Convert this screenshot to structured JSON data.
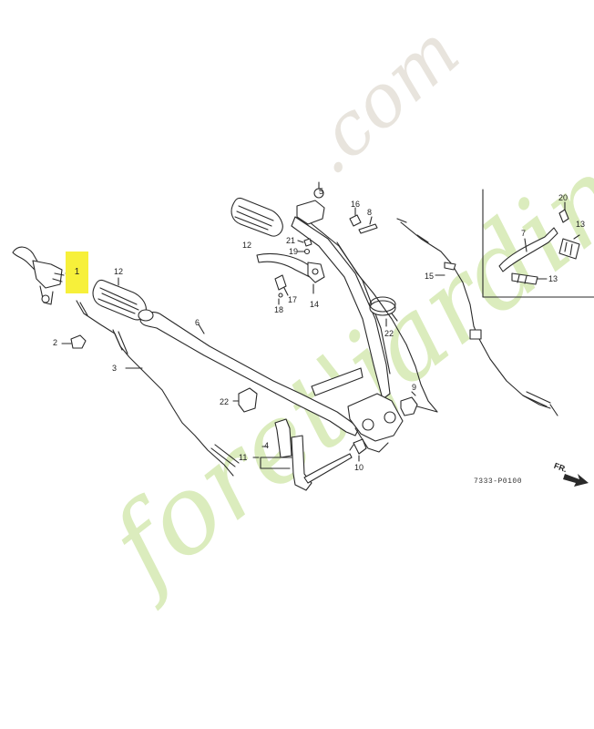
{
  "diagram": {
    "part_numbers": {
      "p1": "1",
      "p2": "2",
      "p3": "3",
      "p4": "4",
      "p5": "5",
      "p6": "6",
      "p7": "7",
      "p8": "8",
      "p9": "9",
      "p10": "10",
      "p11": "11",
      "p12a": "12",
      "p12b": "12",
      "p13a": "13",
      "p13b": "13",
      "p14": "14",
      "p15": "15",
      "p16": "16",
      "p17": "17",
      "p18": "18",
      "p19": "19",
      "p20": "20",
      "p21": "21",
      "p22a": "22",
      "p22b": "22"
    },
    "diagram_code": "7333-P0100",
    "direction_label": "FR.",
    "highlight_color": "#f7f03a"
  },
  "watermark": {
    "brand_brown": ".com",
    "brand_green": "foret'jardin"
  }
}
